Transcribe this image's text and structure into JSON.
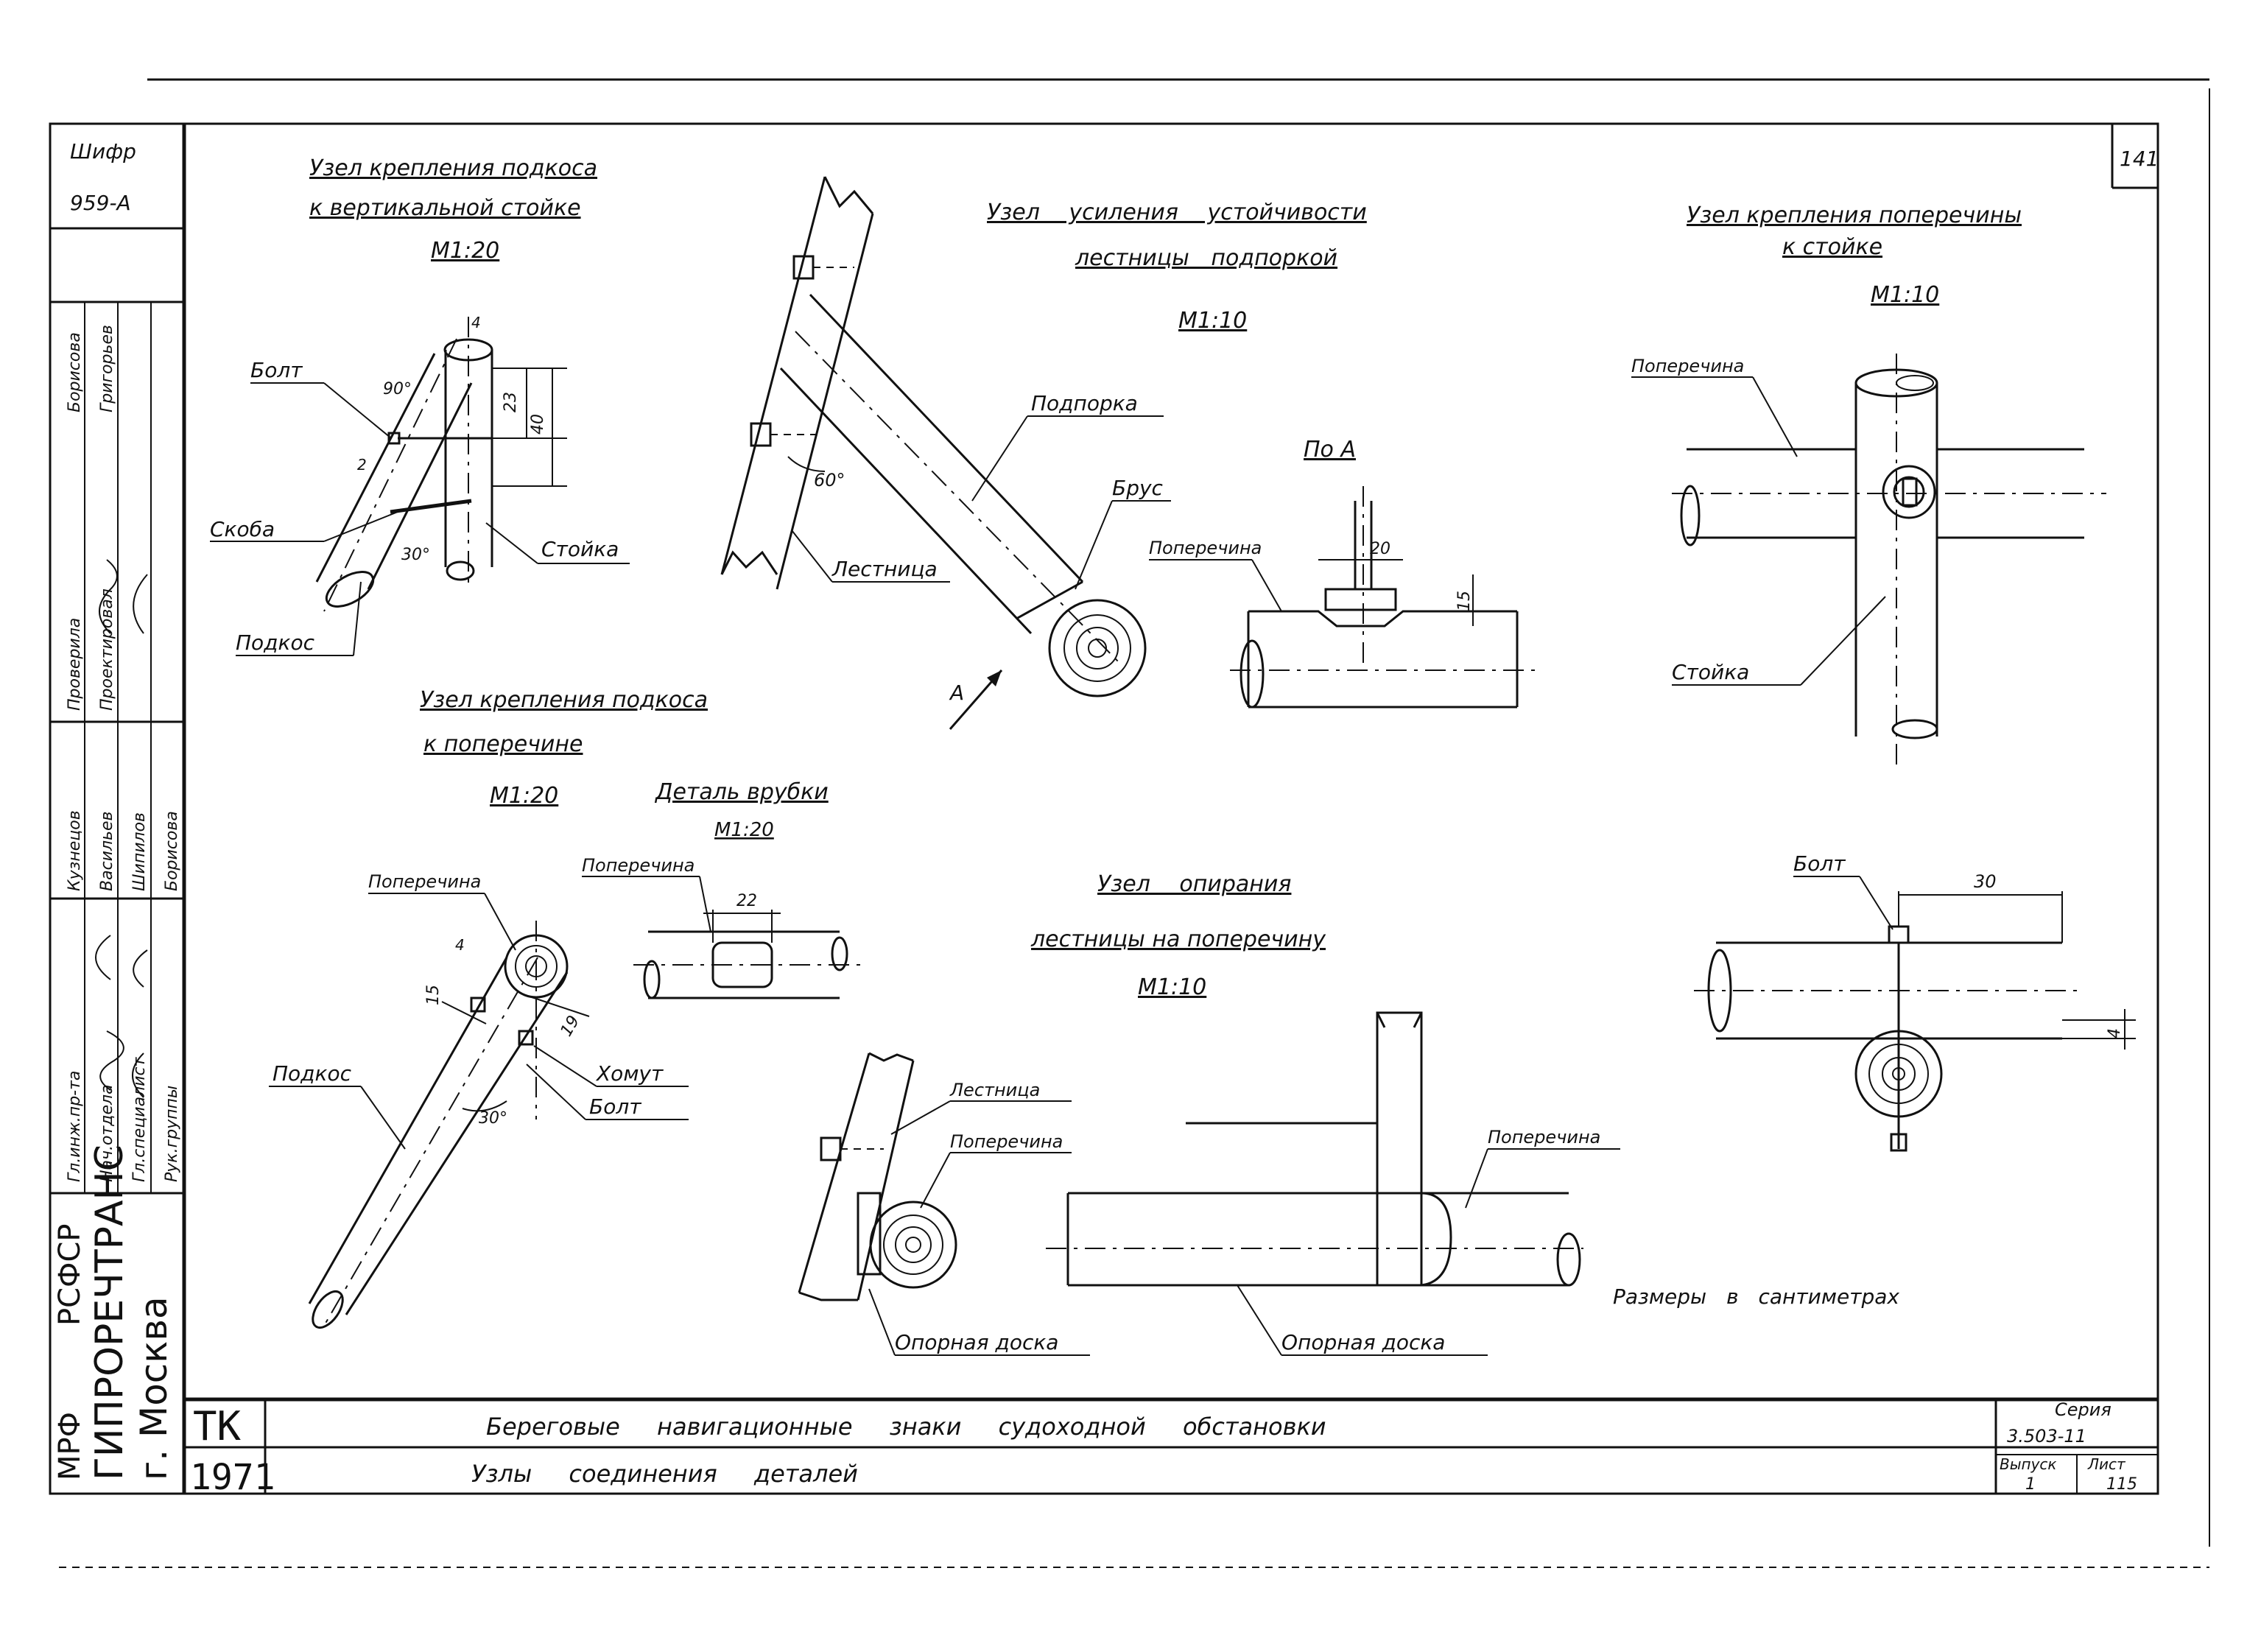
{
  "cipher": {
    "label": "Шифр",
    "value": "959-A"
  },
  "sheet_number": "141",
  "stamp_side": {
    "org1": "МРФ",
    "org2": "РСФСР",
    "org3": "ГИПРОРЕЧТРАНС",
    "city": "г. Москва",
    "roles": [
      "Гл.инж.пр-та",
      "Нач.отдела",
      "Гл.специалист",
      "Рук.группы"
    ],
    "names": [
      "Кузнецов",
      "Васильев",
      "Шипилов",
      "Борисова"
    ],
    "roles2": [
      "Проверила",
      "Проектировал"
    ],
    "names2": [
      "Борисова",
      "Григорьев"
    ]
  },
  "views": {
    "v1": {
      "title1": "Узел крепления подкоса",
      "title2": "к вертикальной стойке",
      "scale": "М1:20",
      "labels": {
        "bolt": "Болт",
        "bracket": "Скоба",
        "strut": "Подкос",
        "post": "Стойка"
      },
      "dims": {
        "a90": "90°",
        "a30": "30°",
        "d23": "23",
        "d40": "40",
        "d4": "4",
        "d2": "2"
      }
    },
    "v2": {
      "title1": "Узел усиления устойчивости",
      "title2": "лестницы подпоркой",
      "scale": "М1:10",
      "labels": {
        "prop": "Подпорка",
        "beam": "Брус",
        "ladder": "Лестница",
        "arrow": "А"
      },
      "dims": {
        "a60": "60°"
      }
    },
    "v3": {
      "title": "По А",
      "labels": {
        "crossbar": "Поперечина"
      },
      "dims": {
        "d20": "20",
        "d15": "15"
      }
    },
    "v4": {
      "title1": "Узел крепления поперечины",
      "title2": "к стойке",
      "scale": "М1:10",
      "labels": {
        "crossbar": "Поперечина",
        "post": "Стойка"
      }
    },
    "v5": {
      "title1": "Узел крепления подкоса",
      "title2": "к поперечине",
      "scale": "М1:20",
      "labels": {
        "crossbar": "Поперечина",
        "strut": "Подкос",
        "clamp": "Хомут",
        "bolt": "Болт"
      },
      "dims": {
        "d15": "15",
        "d19": "19",
        "d4": "4",
        "a30": "30°"
      }
    },
    "v6": {
      "title": "Деталь врубки",
      "scale": "М1:20",
      "labels": {
        "crossbar": "Поперечина"
      },
      "dims": {
        "d22": "22"
      }
    },
    "v7": {
      "title1": "Узел опирания",
      "title2": "лестницы на поперечину",
      "scale": "М1:10",
      "labels": {
        "ladder": "Лестница",
        "crossbar": "Поперечина",
        "crossbar2": "Поперечина",
        "board": "Опорная доска",
        "board2": "Опорная доска"
      }
    },
    "v8": {
      "labels": {
        "bolt": "Болт"
      },
      "dims": {
        "d30": "30",
        "d4": "4"
      }
    },
    "note": "Размеры в сантиметрах"
  },
  "title_block": {
    "tk": "ТК",
    "year": "1971",
    "line1": "Береговые навигационные знаки судоходной обстановки",
    "line2": "Узлы соединения деталей",
    "series_label": "Серия",
    "series_value": "3.503-11",
    "issue_label": "Выпуск",
    "issue_value": "1",
    "sheet_label": "Лист",
    "sheet_value": "115"
  }
}
